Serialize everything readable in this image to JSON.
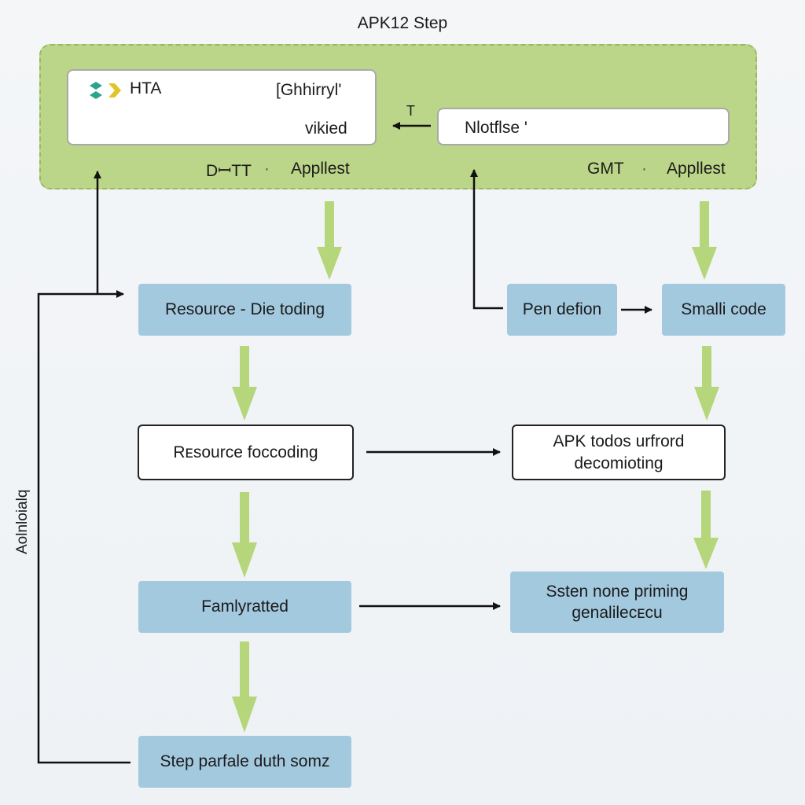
{
  "title": "APK12 Step",
  "panel": {
    "left_box": {
      "logo_text": "HTA",
      "top_right_text": "[Ghhirryl'",
      "bottom_text": "vikied"
    },
    "right_box": {
      "text": "Nlotflse '"
    },
    "arrow_label": "T",
    "footer_left": {
      "label": "DꟷTT",
      "sep": "·",
      "value": "Appllest"
    },
    "footer_right": {
      "label": "GMT",
      "sep": "·",
      "value": "Appllest"
    }
  },
  "nodes": {
    "resource_die_toding": "Resource - Die toding",
    "pen_defion": "Pen defion",
    "smalli_code": "Smalli code",
    "resource_foccoding": "Rᴇsource foccoding",
    "apk_todos": "APK todos urfrord decomioting",
    "famlyratted": "Famlyratted",
    "ssten_none": "Ssten none priming genalilecᴇcu",
    "step_parfale": "Step parfale duth somz"
  },
  "side_label": "Aolnloialq",
  "colors": {
    "panel_green": "#bcd689",
    "arrow_green": "#b5d67a",
    "node_blue": "#a3c9df",
    "logo_teal": "#2aa58b",
    "logo_yellow": "#e0c528"
  },
  "icons": [
    "double-chevron-logo-icon"
  ]
}
